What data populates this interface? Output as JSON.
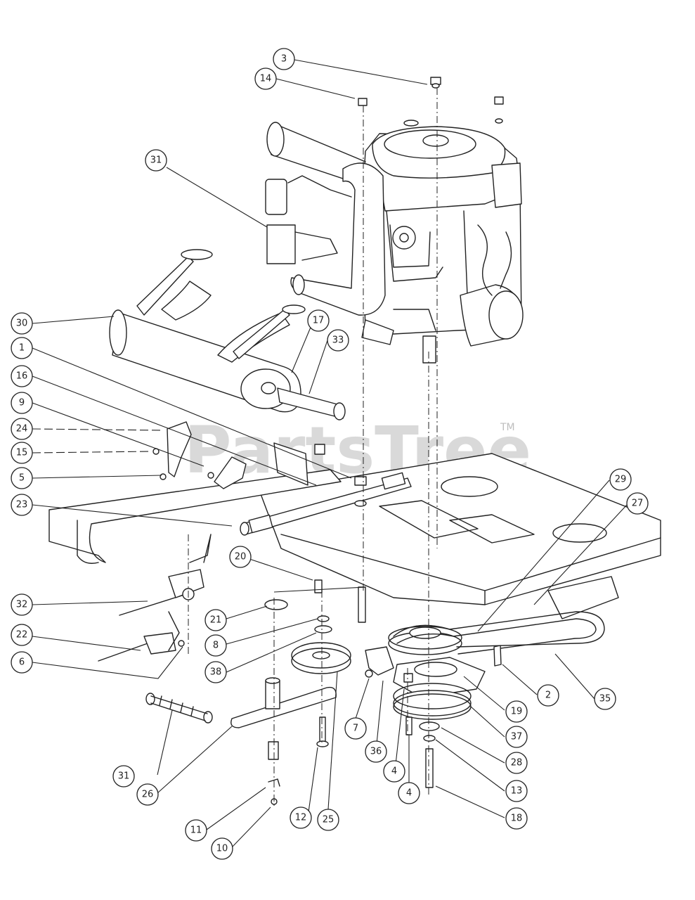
{
  "watermark": {
    "text": "PartsTree",
    "mark": "TM"
  },
  "callouts": [
    "3",
    "14",
    "31",
    "30",
    "1",
    "16",
    "9",
    "24",
    "15",
    "5",
    "23",
    "32",
    "22",
    "6",
    "20",
    "21",
    "8",
    "38",
    "25",
    "26",
    "31",
    "11",
    "10",
    "12",
    "7",
    "36",
    "4",
    "4",
    "19",
    "37",
    "28",
    "13",
    "18",
    "2",
    "35",
    "27",
    "29",
    "33",
    "17"
  ]
}
